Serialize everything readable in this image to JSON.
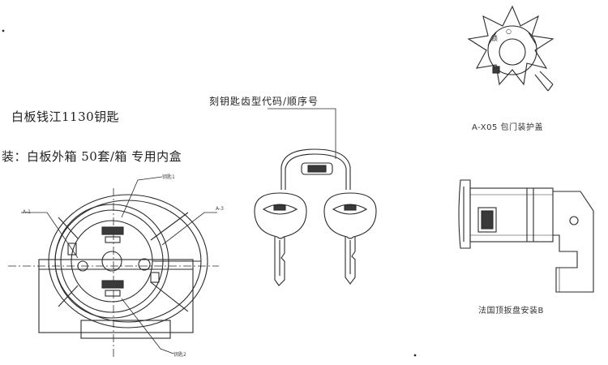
{
  "texts": {
    "product_title": "白板钱江1130钥匙",
    "packaging": "装：白板外箱 50套/箱 专用内盒",
    "key_code_note": "刻钥匙齿型代码/顺序号",
    "part_caption_top": "A-X05 包门装护盖",
    "part_caption_bottom": "法国顶扳盘安装B",
    "label_left": "A-1",
    "label_top": "钥匙1",
    "label_right": "A-3",
    "label_bottom": "钥匙2",
    "mark_a": "锁",
    "mark_b": "○"
  },
  "colors": {
    "line": "#2a2a2a",
    "fill_dark": "#3a3a3a",
    "background": "#ffffff"
  }
}
